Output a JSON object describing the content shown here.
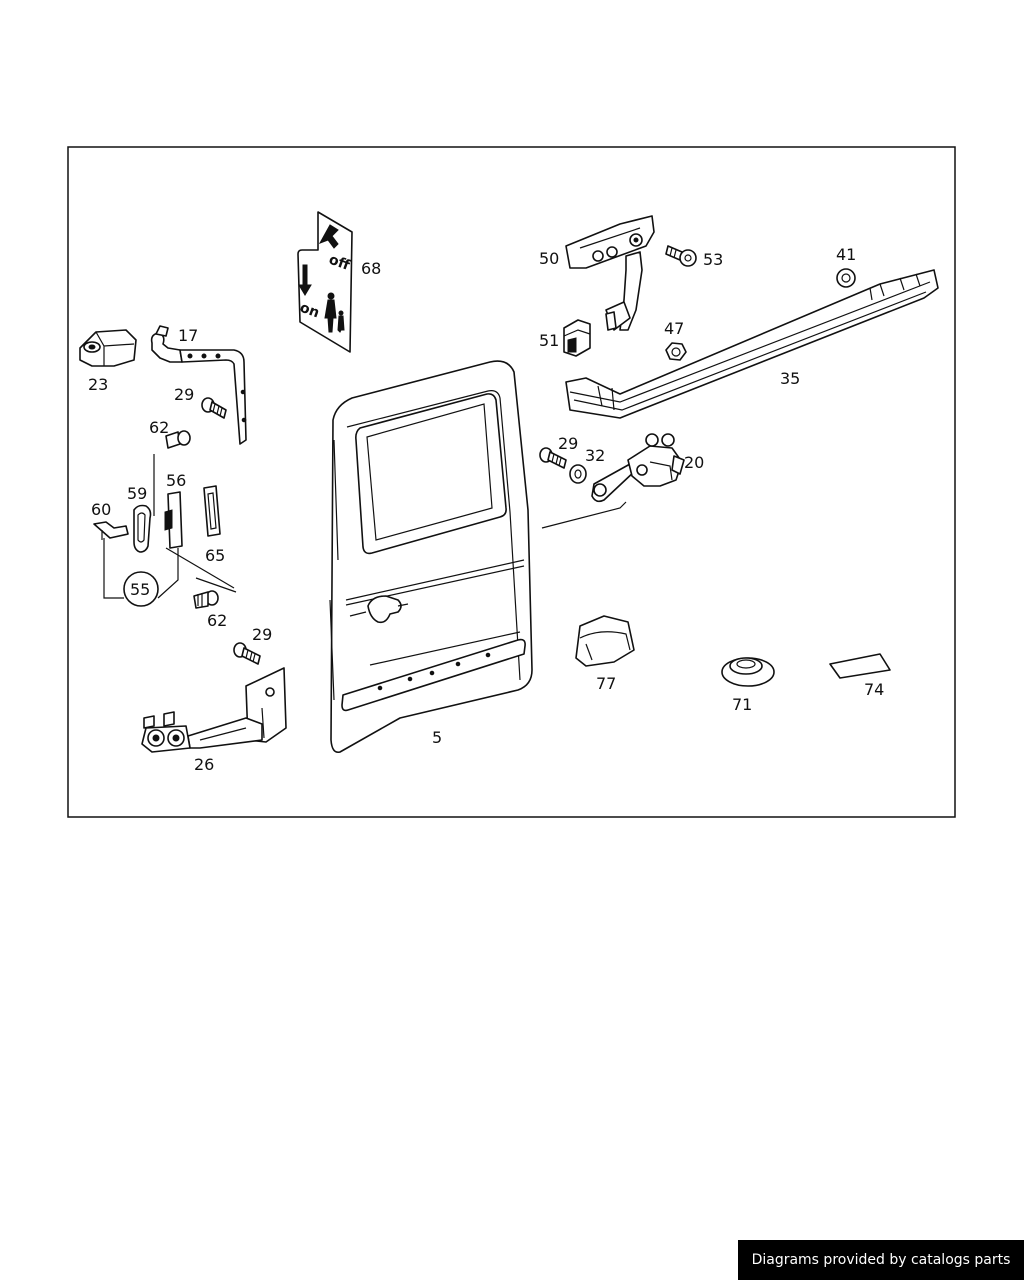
{
  "diagram": {
    "labels": {
      "p5": "5",
      "p17": "17",
      "p20": "20",
      "p23": "23",
      "p26": "26",
      "p29a": "29",
      "p29b": "29",
      "p29c": "29",
      "p32": "32",
      "p35": "35",
      "p41": "41",
      "p47": "47",
      "p50": "50",
      "p51": "51",
      "p53": "53",
      "p55": "55",
      "p56": "56",
      "p59": "59",
      "p60": "60",
      "p62a": "62",
      "p62b": "62",
      "p65": "65",
      "p68": "68",
      "p71": "71",
      "p74": "74",
      "p77": "77"
    },
    "decal": {
      "off": "off",
      "on": "on"
    }
  },
  "footer": {
    "text": "Diagrams provided by catalogs parts"
  }
}
